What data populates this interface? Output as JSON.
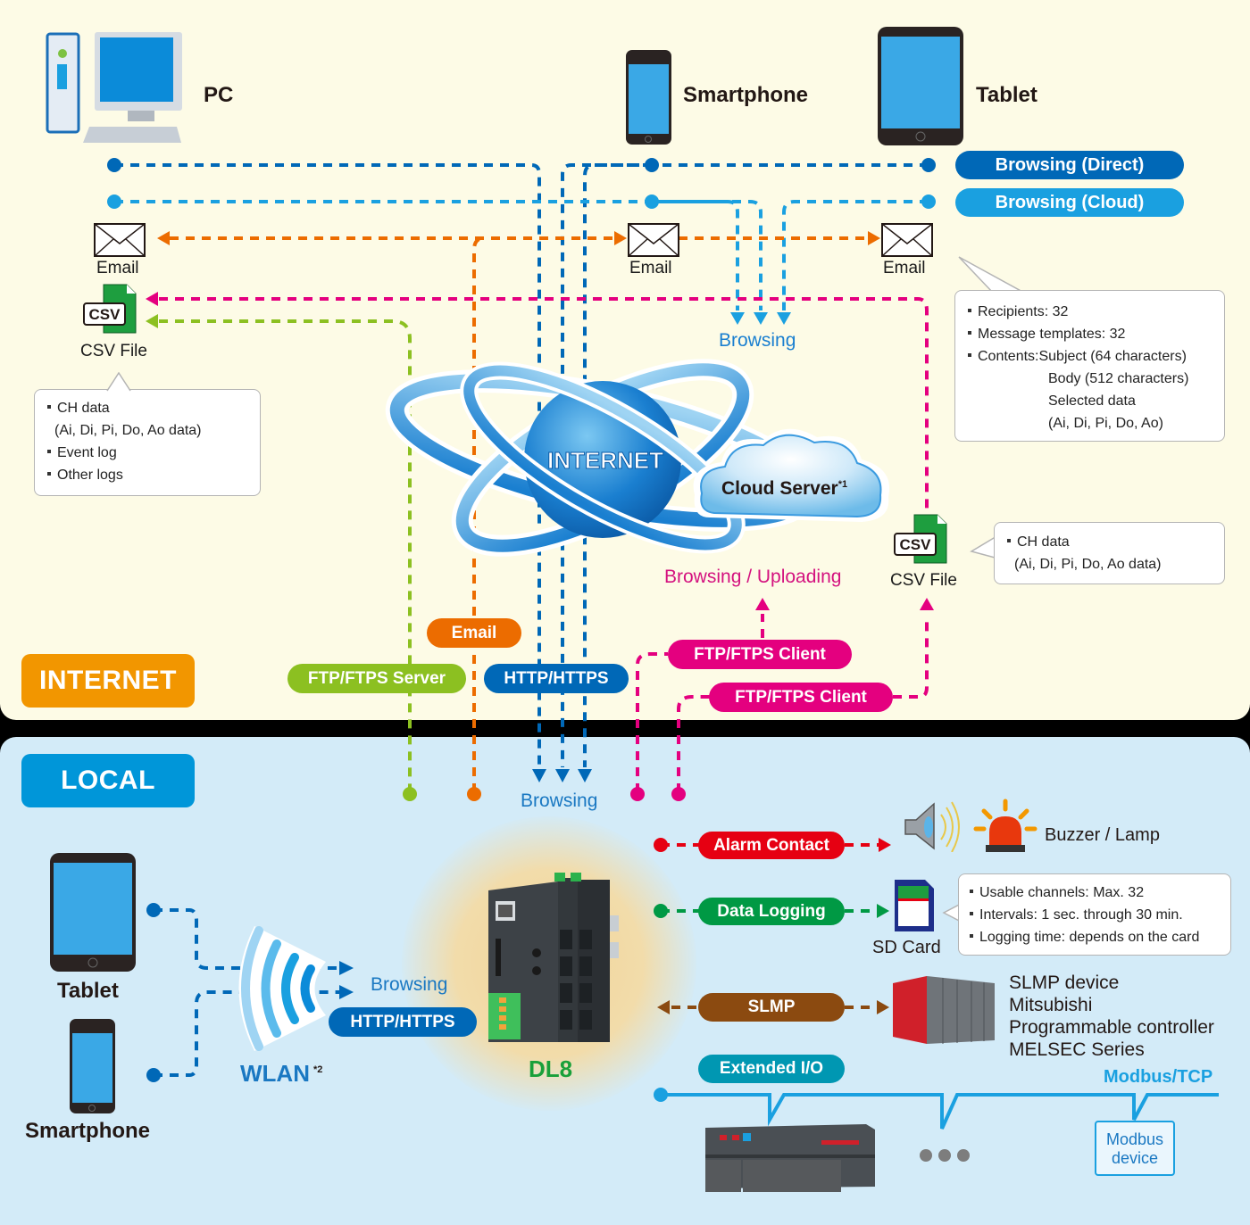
{
  "sections": {
    "internet_label": "INTERNET",
    "local_label": "LOCAL"
  },
  "colors": {
    "internet_bg": "#fdfbe6",
    "local_bg": "#d3ebf8",
    "internet_tag": "#f29600",
    "local_tag": "#0096d9",
    "browsing_direct": "#0068b7",
    "browsing_cloud": "#1aa0e0",
    "email": "#ec6c00",
    "ftp_server": "#8cc021",
    "ftp_client": "#e4007f",
    "alarm": "#e60012",
    "data_logging": "#009944",
    "slmp": "#8b4a10",
    "extended_io": "#0097b2",
    "dl8_label": "#19a03a"
  },
  "internet": {
    "devices": {
      "pc": "PC",
      "smartphone": "Smartphone",
      "tablet": "Tablet"
    },
    "legend": {
      "browsing_direct": "Browsing (Direct)",
      "browsing_cloud": "Browsing (Cloud)"
    },
    "email_labels": [
      "Email",
      "Email",
      "Email"
    ],
    "csv_pc": {
      "icon_text": "CSV",
      "label": "CSV File"
    },
    "csv_cloud": {
      "icon_text": "CSV",
      "label": "CSV File"
    },
    "browsing_label": "Browsing",
    "browsing_uploading_label": "Browsing / Uploading",
    "internet_globe_label": "INTERNET",
    "cloud_server": {
      "label": "Cloud Server",
      "note": "*1"
    },
    "email_callout": {
      "items": [
        "Recipients: 32",
        "Message templates: 32",
        "Contents:Subject (64 characters)"
      ],
      "sub_items": [
        "Body (512 characters)",
        "Selected data",
        "(Ai, Di, Pi, Do, Ao)"
      ]
    },
    "pc_csv_callout": {
      "lines": [
        "CH data",
        "(Ai, Di, Pi, Do, Ao data)",
        "Event log",
        "Other logs"
      ]
    },
    "cloud_csv_callout": {
      "lines": [
        "CH data",
        "(Ai, Di, Pi, Do, Ao data)"
      ]
    },
    "protocols": {
      "email": "Email",
      "ftp_server": "FTP/FTPS Server",
      "http": "HTTP/HTTPS",
      "ftp_client_1": "FTP/FTPS Client",
      "ftp_client_2": "FTP/FTPS Client"
    }
  },
  "local": {
    "browsing_top": "Browsing",
    "devices": {
      "tablet": "Tablet",
      "smartphone": "Smartphone"
    },
    "wlan": {
      "label": "WLAN",
      "note": "*2"
    },
    "wlan_browsing": "Browsing",
    "wlan_protocol": "HTTP/HTTPS",
    "dl8_label": "DL8",
    "alarm_contact": "Alarm Contact",
    "buzzer_lamp": "Buzzer / Lamp",
    "data_logging": "Data Logging",
    "sd_card": "SD Card",
    "sd_callout": {
      "lines": [
        "Usable channels: Max. 32",
        "Intervals: 1 sec. through 30 min.",
        "Logging time: depends on the card"
      ]
    },
    "slmp": "SLMP",
    "slmp_device": [
      "SLMP device",
      "Mitsubishi",
      "Programmable controller",
      "MELSEC Series"
    ],
    "extended_io": "Extended I/O",
    "modbus_tcp": "Modbus/TCP",
    "modbus_device": [
      "Modbus",
      "device"
    ]
  }
}
